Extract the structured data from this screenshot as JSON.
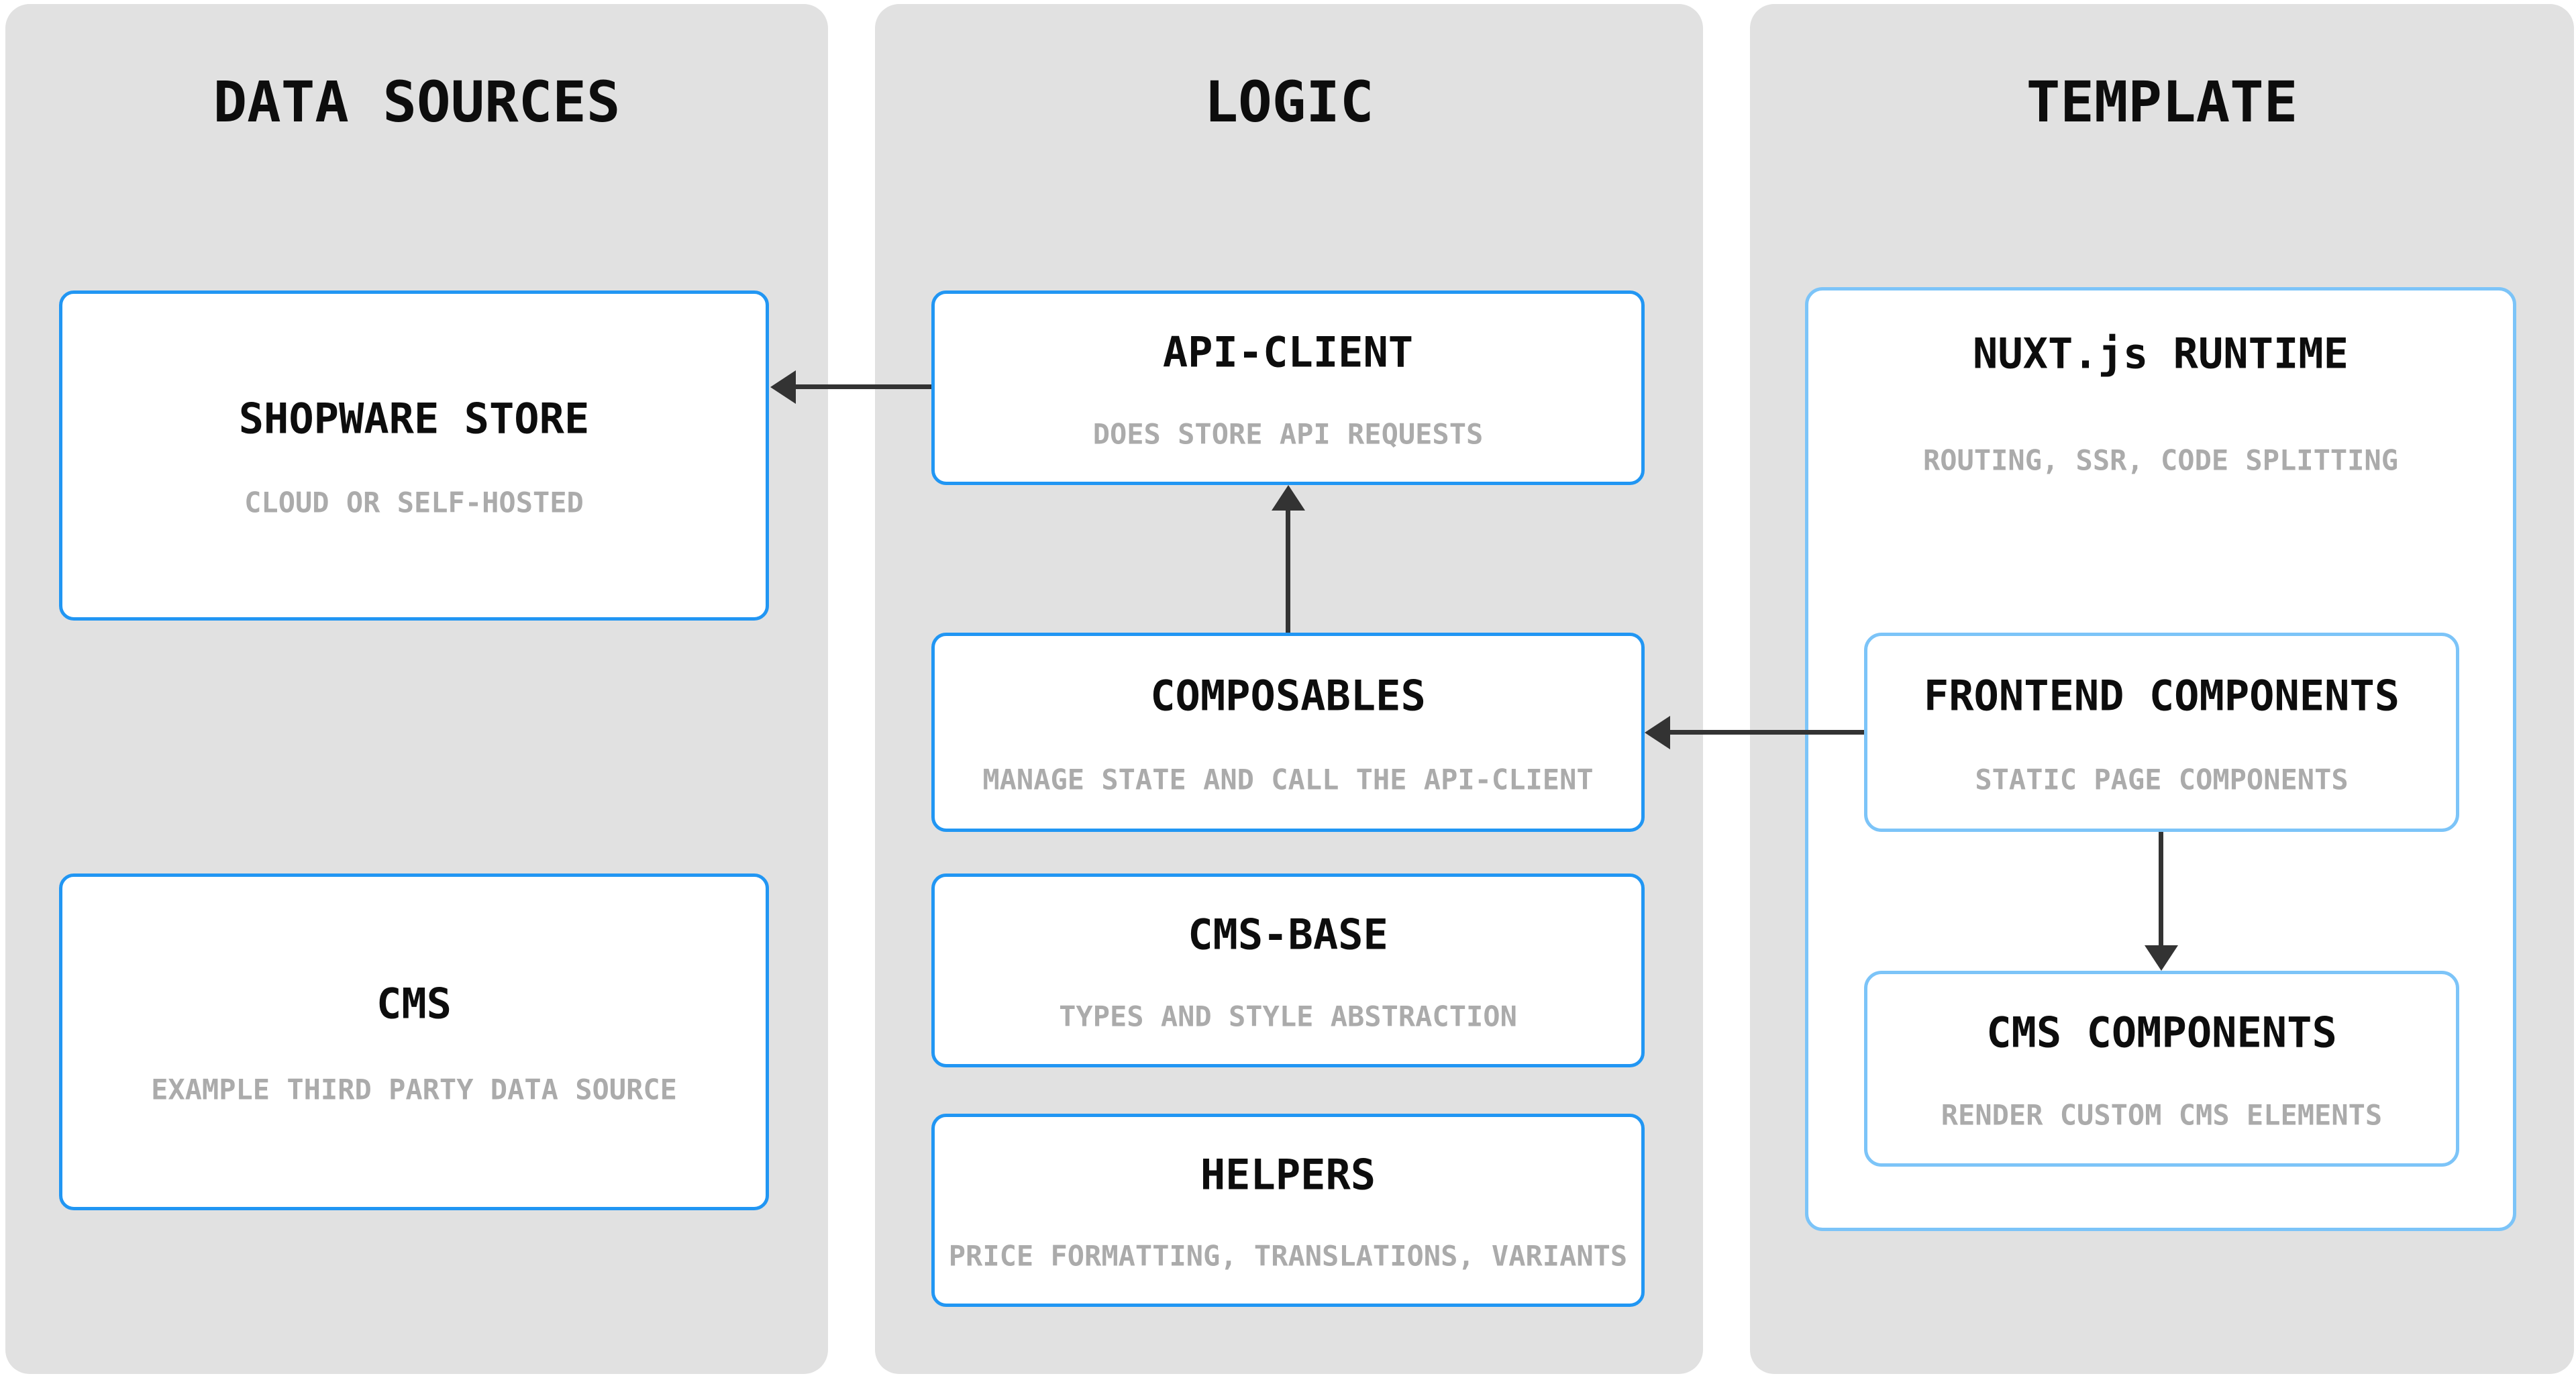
{
  "columns": [
    {
      "id": "data-sources",
      "title": "DATA SOURCES"
    },
    {
      "id": "logic",
      "title": "LOGIC"
    },
    {
      "id": "template",
      "title": "TEMPLATE"
    }
  ],
  "boxes": {
    "shopware_store": {
      "title": "SHOPWARE STORE",
      "subtitle": "CLOUD OR SELF-HOSTED"
    },
    "cms": {
      "title": "CMS",
      "subtitle": "EXAMPLE THIRD PARTY DATA SOURCE"
    },
    "api_client": {
      "title": "API-CLIENT",
      "subtitle": "DOES STORE API REQUESTS"
    },
    "composables": {
      "title": "COMPOSABLES",
      "subtitle": "MANAGE STATE AND CALL THE API-CLIENT"
    },
    "cms_base": {
      "title": "CMS-BASE",
      "subtitle": "TYPES AND STYLE ABSTRACTION"
    },
    "helpers": {
      "title": "HELPERS",
      "subtitle": "PRICE FORMATTING, TRANSLATIONS, VARIANTS"
    },
    "nuxt_runtime": {
      "title": "NUXT.js RUNTIME",
      "subtitle": "ROUTING, SSR, CODE SPLITTING"
    },
    "frontend_components": {
      "title": "FRONTEND COMPONENTS",
      "subtitle": "STATIC PAGE COMPONENTS"
    },
    "cms_components": {
      "title": "CMS COMPONENTS",
      "subtitle": "RENDER CUSTOM CMS ELEMENTS"
    }
  },
  "arrows": [
    {
      "from": "API-CLIENT",
      "to": "SHOPWARE STORE",
      "direction": "left"
    },
    {
      "from": "COMPOSABLES",
      "to": "API-CLIENT",
      "direction": "up"
    },
    {
      "from": "FRONTEND COMPONENTS",
      "to": "COMPOSABLES",
      "direction": "left"
    },
    {
      "from": "FRONTEND COMPONENTS",
      "to": "CMS COMPONENTS",
      "direction": "down"
    }
  ],
  "colors": {
    "column_background": "#e1e1e1",
    "node_border_primary": "#2196f3",
    "node_border_light": "#7cc4f8",
    "title_text": "#0d0d0d",
    "subtitle_text": "#ababab",
    "arrow": "#333333",
    "page_background": "#ffffff"
  }
}
